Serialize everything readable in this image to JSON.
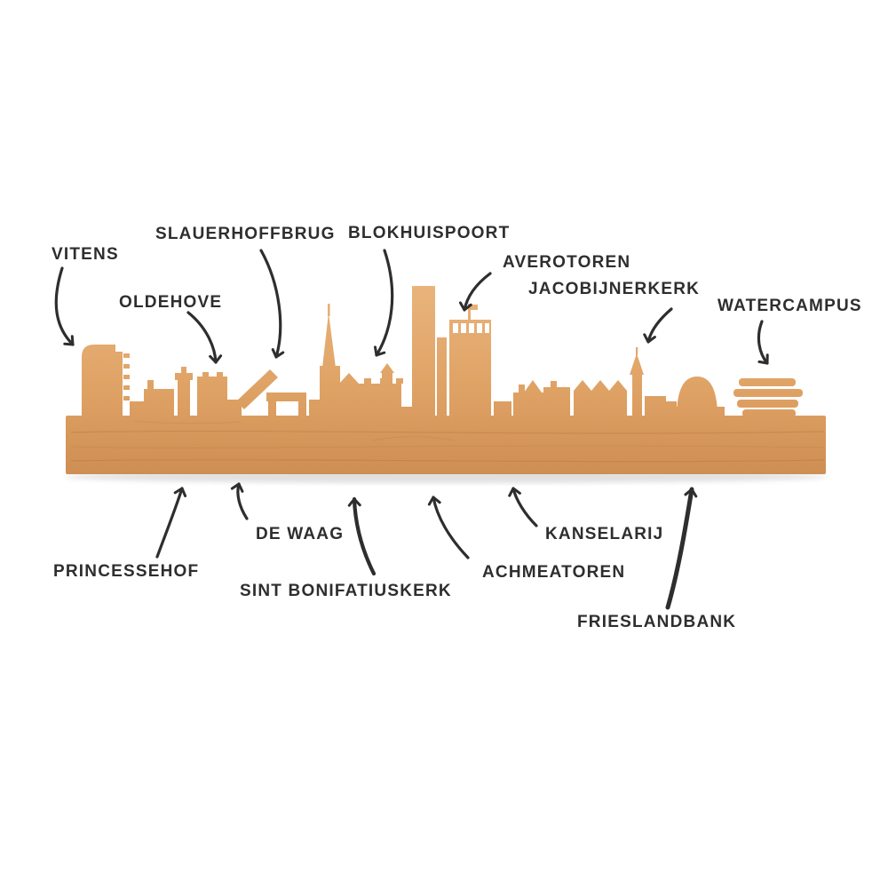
{
  "colors": {
    "wood_light": "#e9b47c",
    "wood_mid": "#dfa265",
    "wood_dark": "#cf8e53",
    "ink": "#2e2e2e",
    "background": "#ffffff"
  },
  "labels": {
    "vitens": {
      "text": "VITENS"
    },
    "slauerhoffbrug": {
      "text": "SLAUERHOFFBRUG"
    },
    "blokhuispoort": {
      "text": "BLOKHUISPOORT"
    },
    "oldehove": {
      "text": "OLDEHOVE"
    },
    "averotoren": {
      "text": "AVEROTOREN"
    },
    "jacobijnerkerk": {
      "text": "JACOBIJNERKERK"
    },
    "watercampus": {
      "text": "WATERCAMPUS"
    },
    "de_waag": {
      "text": "DE WAAG"
    },
    "kanselarij": {
      "text": "KANSELARIJ"
    },
    "princessehof": {
      "text": "PRINCESSEHOF"
    },
    "sint_bonifatiuskerk": {
      "text": "SINT BONIFATIUSKERK"
    },
    "achmeatoren": {
      "text": "ACHMEATOREN"
    },
    "frieslandbank": {
      "text": "FRIESLANDBANK"
    }
  }
}
